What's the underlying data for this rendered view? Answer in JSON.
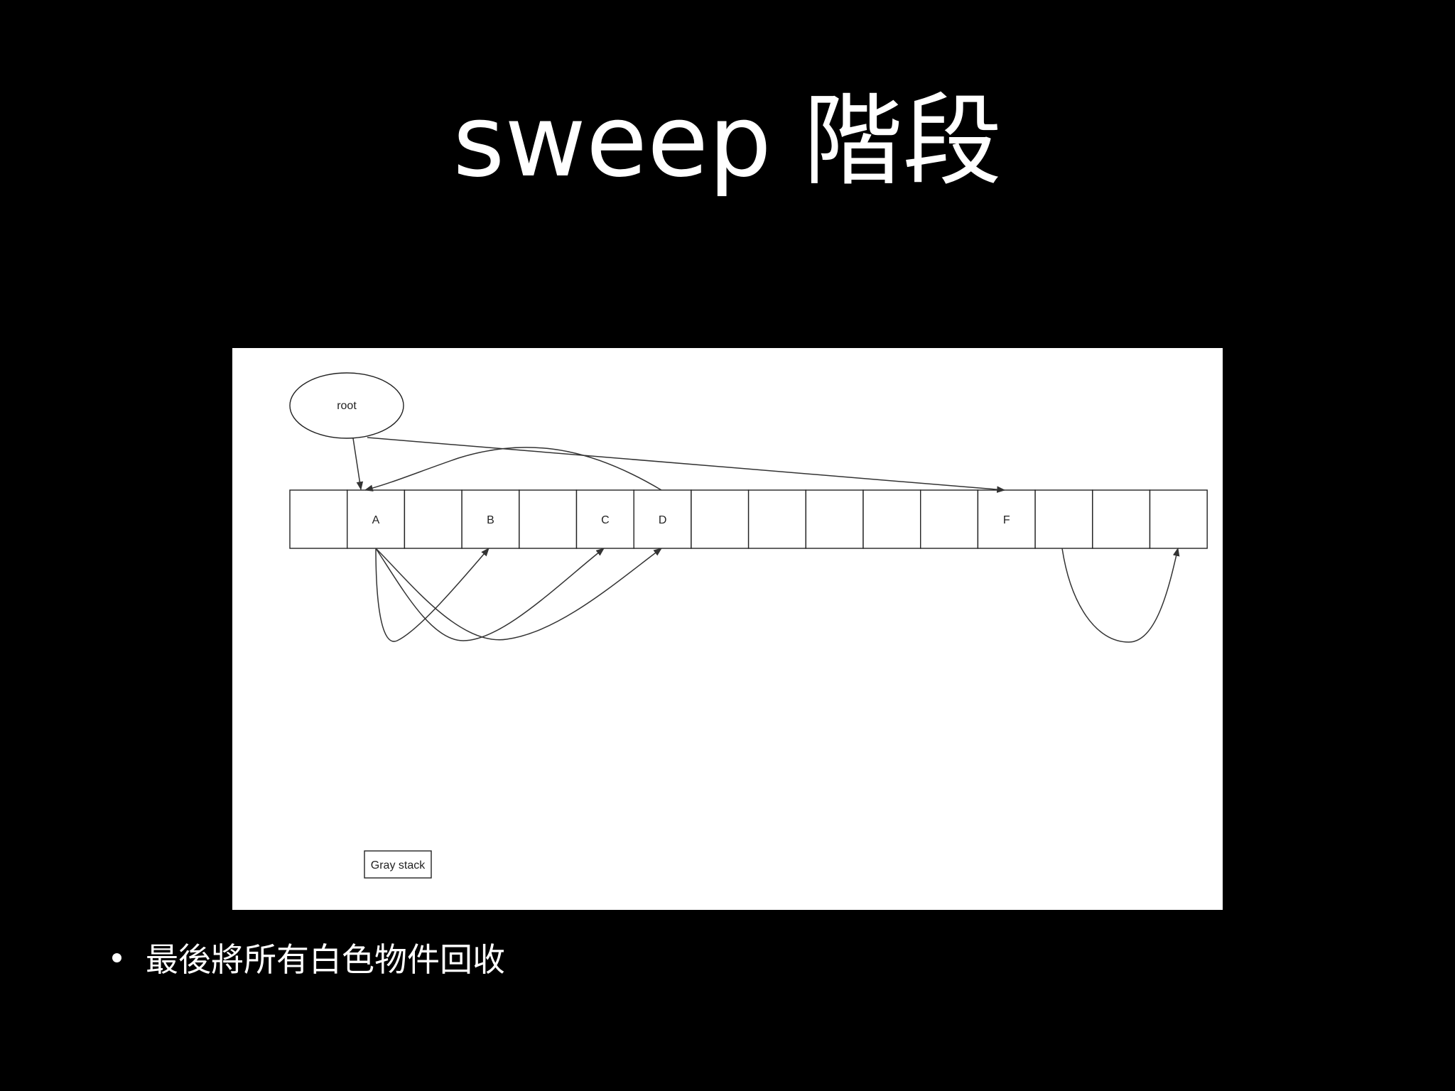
{
  "slide": {
    "title": "sweep 階段",
    "bullets": [
      "最後將所有白色物件回收"
    ]
  },
  "diagram": {
    "root_label": "root",
    "cell_labels": [
      "",
      "A",
      "",
      "B",
      "",
      "C",
      "D",
      "",
      "",
      "",
      "",
      "",
      "F",
      "",
      "",
      ""
    ],
    "gray_stack_label": "Gray stack",
    "edges": [
      {
        "from": "root",
        "to": "A"
      },
      {
        "from": "root",
        "to": "F"
      },
      {
        "from": "D",
        "to": "A"
      },
      {
        "from": "A",
        "to": "B"
      },
      {
        "from": "A",
        "to": "C"
      },
      {
        "from": "A",
        "to": "D"
      },
      {
        "from": "cell-14",
        "to": "cell-16"
      }
    ]
  }
}
